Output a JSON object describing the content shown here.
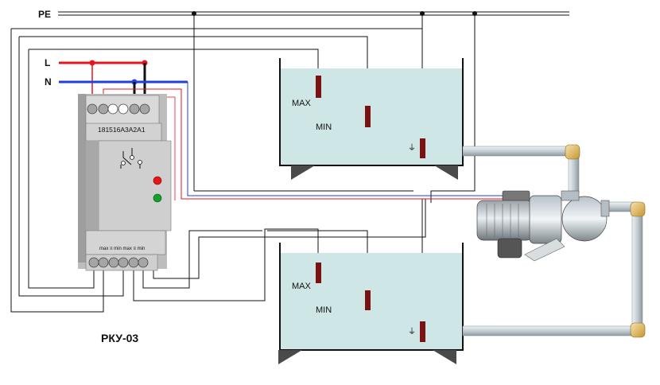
{
  "labels": {
    "pe": "PE",
    "l": "L",
    "n": "N",
    "device_name": "РКУ-03",
    "top_terminals": "181516A3A2A1",
    "bottom_terminals": "max ≡ min max ≡ min",
    "tank_top_max": "MAX",
    "tank_top_min": "MIN",
    "tank_bottom_max": "MAX",
    "tank_bottom_min": "MIN",
    "ground_symbol_top": "⏚",
    "ground_symbol_bottom": "⏚"
  },
  "colors": {
    "phase": "#e8141b",
    "neutral": "#1f3fe0",
    "wire": "#111111",
    "water": "#cfe6e6",
    "pipe": "#c9d3d8",
    "device_body": "#d4d4d4",
    "probe": "#7a1212",
    "led_red": "#e81515",
    "led_green": "#12a12a"
  }
}
